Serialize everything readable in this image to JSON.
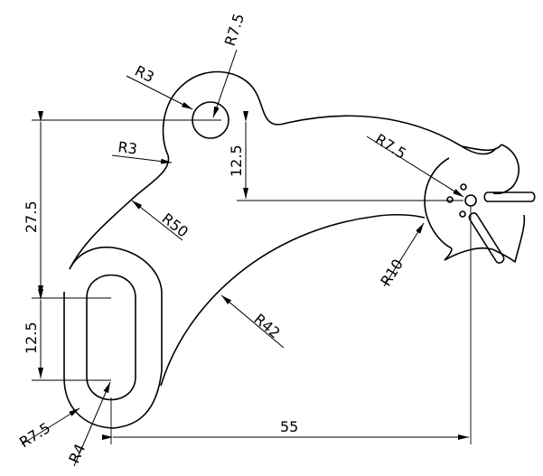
{
  "dimensions": {
    "r7_5_top": "R7.5",
    "r3_top": "R3",
    "r3_left": "R3",
    "d27_5": "27.5",
    "d12_5_upper": "12.5",
    "r7_5_right": "R7.5",
    "r50": "R50",
    "r10": "R10",
    "r42": "R42",
    "d12_5_left": "12.5",
    "r7_5_bottom": "R7.5",
    "r4": "R4",
    "d55": "55"
  }
}
